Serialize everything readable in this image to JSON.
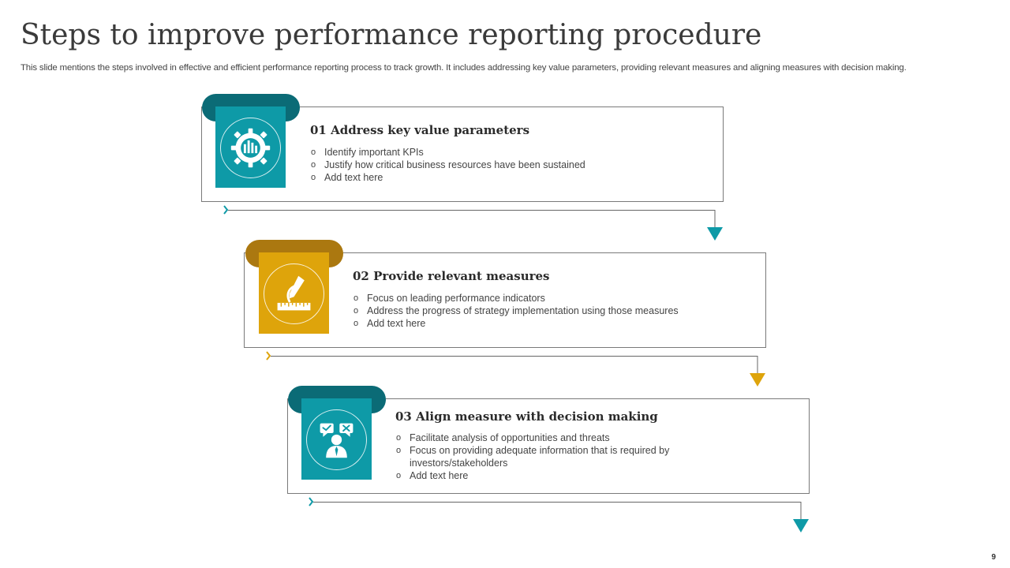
{
  "title": "Steps to improve performance reporting procedure",
  "subtitle": "This slide mentions the steps involved in effective and efficient performance reporting process to track growth. It includes addressing key value parameters, providing relevant measures and aligning measures with decision making.",
  "page_number": "9",
  "colors": {
    "teal": "#0e9aa7",
    "teal_dark": "#0b6b76",
    "gold": "#dea40b",
    "gold_dark": "#ab7810"
  },
  "steps": [
    {
      "title": "01 Address  key  value  parameters",
      "icon": "gear-bars-icon",
      "bullets": [
        "Identify important KPIs",
        "Justify how critical business resources have been sustained",
        "Add text here"
      ]
    },
    {
      "title": "02 Provide relevant  measures",
      "icon": "pencil-ruler-icon",
      "bullets": [
        "Focus on leading performance  indicators",
        "Address the progress  of strategy implementation  using those measures",
        "Add text here"
      ]
    },
    {
      "title": "03 Align measure  with decision making",
      "icon": "decision-person-icon",
      "bullets": [
        "Facilitate analysis of opportunities  and threats",
        "Focus on providing  adequate information  that is required  by",
        "investors/stakeholders",
        "Add text here"
      ]
    }
  ]
}
